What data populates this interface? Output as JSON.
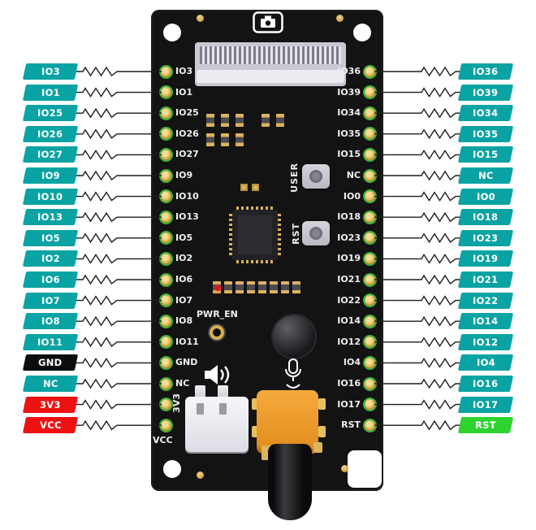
{
  "colors": {
    "io": "#0aa3a3",
    "ground": "#0d0d0d",
    "power": "#ee1111",
    "reset": "#2fd32f",
    "board": "#131313",
    "hole_ring": "#3bb53b",
    "wire": "#1c1c1c",
    "silkscreen": "#efefef"
  },
  "icons": {
    "top_marking": "camera-icon",
    "audio_out": "speaker-icon",
    "audio_in": "microphone-icon"
  },
  "board": {
    "user_button_label": "USER",
    "rst_button_label": "RST",
    "power_enable_label": "PWR_EN"
  },
  "pins": {
    "left": [
      {
        "label": "IO3",
        "type": "io"
      },
      {
        "label": "IO1",
        "type": "io"
      },
      {
        "label": "IO25",
        "type": "io"
      },
      {
        "label": "IO26",
        "type": "io"
      },
      {
        "label": "IO27",
        "type": "io"
      },
      {
        "label": "IO9",
        "type": "io"
      },
      {
        "label": "IO10",
        "type": "io"
      },
      {
        "label": "IO13",
        "type": "io"
      },
      {
        "label": "IO5",
        "type": "io"
      },
      {
        "label": "IO2",
        "type": "io"
      },
      {
        "label": "IO6",
        "type": "io"
      },
      {
        "label": "IO7",
        "type": "io"
      },
      {
        "label": "IO8",
        "type": "io"
      },
      {
        "label": "IO11",
        "type": "io"
      },
      {
        "label": "GND",
        "type": "ground"
      },
      {
        "label": "NC",
        "type": "io"
      },
      {
        "label": "3V3",
        "type": "power"
      },
      {
        "label": "VCC",
        "type": "power"
      }
    ],
    "right": [
      {
        "label": "IO36",
        "type": "io"
      },
      {
        "label": "IO39",
        "type": "io"
      },
      {
        "label": "IO34",
        "type": "io"
      },
      {
        "label": "IO35",
        "type": "io"
      },
      {
        "label": "IO15",
        "type": "io"
      },
      {
        "label": "NC",
        "type": "io"
      },
      {
        "label": "IO0",
        "type": "io"
      },
      {
        "label": "IO18",
        "type": "io"
      },
      {
        "label": "IO23",
        "type": "io"
      },
      {
        "label": "IO19",
        "type": "io"
      },
      {
        "label": "IO21",
        "type": "io"
      },
      {
        "label": "IO22",
        "type": "io"
      },
      {
        "label": "IO14",
        "type": "io"
      },
      {
        "label": "IO12",
        "type": "io"
      },
      {
        "label": "IO4",
        "type": "io"
      },
      {
        "label": "IO16",
        "type": "io"
      },
      {
        "label": "IO17",
        "type": "io"
      },
      {
        "label": "RST",
        "type": "reset"
      }
    ]
  }
}
